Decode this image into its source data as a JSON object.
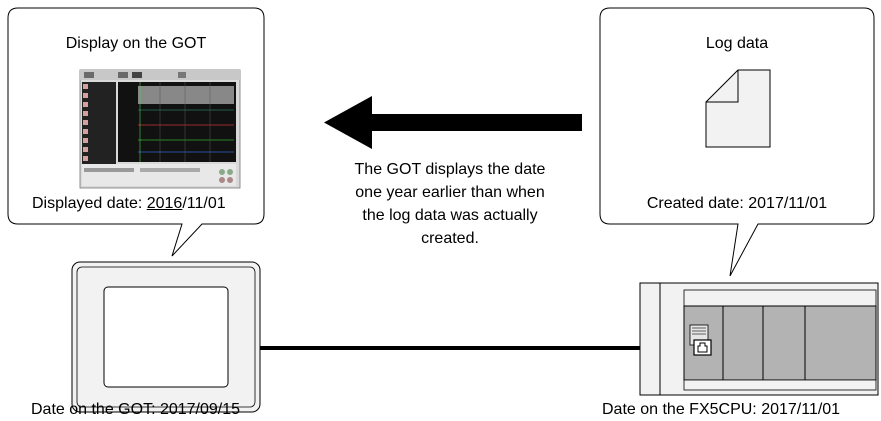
{
  "left_callout": {
    "title": "Display on the GOT",
    "date_label": "Displayed date: ",
    "date_year": "2016",
    "date_rest": "/11/01"
  },
  "right_callout": {
    "title": "Log data",
    "date_label": "Created date: 2017/11/01",
    "icon": "document-icon"
  },
  "message": {
    "lines": [
      "The GOT displays the date",
      "one year earlier than when",
      "the log data was actually",
      "created."
    ]
  },
  "got_device": {
    "caption": "Date on the GOT: 2017/09/15"
  },
  "plc_device": {
    "caption": "Date on the FX5CPU: 2017/11/01"
  },
  "colors": {
    "arrow": "#000000",
    "cable": "#000000",
    "outline": "#000000",
    "device_fill": "#f2f2f2",
    "plc_module": "#b3b3b3"
  }
}
